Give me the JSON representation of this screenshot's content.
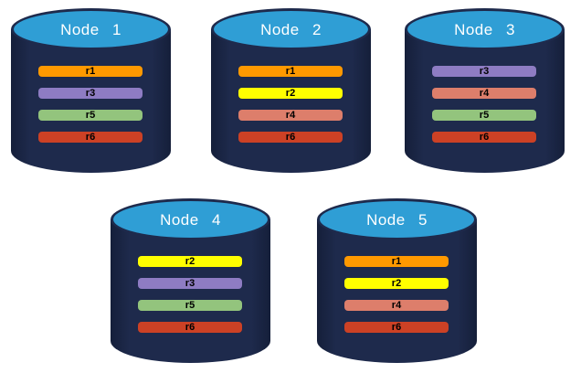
{
  "page": {
    "background": "#ffffff"
  },
  "colors": {
    "cylinder_body": "#1e2a4c",
    "cylinder_edge": "#151f3a",
    "cylinder_top": "#2f9ed5",
    "node_title_text": "#ffffff",
    "replica_label_text": "#000000"
  },
  "replica_colors": {
    "r1": "#ff9900",
    "r2": "#ffff00",
    "r3": "#8e7cc3",
    "r4": "#dd7e6b",
    "r5": "#93c47d",
    "r6": "#cc4125"
  },
  "nodes": [
    {
      "label": "Node 1",
      "replicas": [
        "r1",
        "r3",
        "r5",
        "r6"
      ]
    },
    {
      "label": "Node 2",
      "replicas": [
        "r1",
        "r2",
        "r4",
        "r6"
      ]
    },
    {
      "label": "Node 3",
      "replicas": [
        "r3",
        "r4",
        "r5",
        "r6"
      ]
    },
    {
      "label": "Node 4",
      "replicas": [
        "r2",
        "r3",
        "r5",
        "r6"
      ]
    },
    {
      "label": "Node 5",
      "replicas": [
        "r1",
        "r2",
        "r4",
        "r6"
      ]
    }
  ]
}
